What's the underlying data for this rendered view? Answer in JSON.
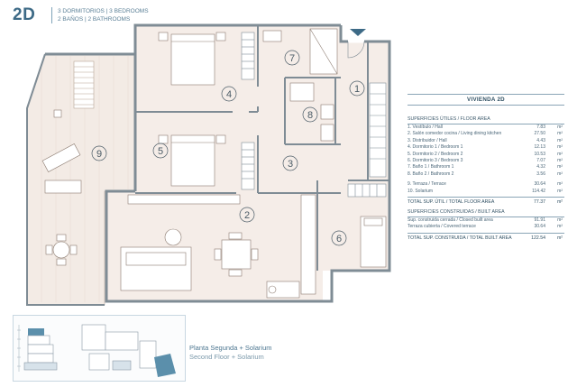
{
  "header": {
    "code": "2D",
    "line1": "3 DORMITORIOS | 3 BEDROOMS",
    "line2": "2 BAÑOS | 2 BATHROOMS"
  },
  "plan": {
    "room_numbers": [
      "1",
      "2",
      "3",
      "4",
      "5",
      "6",
      "7",
      "8",
      "9"
    ]
  },
  "table": {
    "title": "VIVIENDA 2D",
    "useful_header": "SUPERFICIES ÚTILES / FLOOR AREA",
    "useful_rows": [
      {
        "label": "1. Vestíbulo / Hall",
        "value": "7.83",
        "unit": "m²"
      },
      {
        "label": "2. Salón comedor cocina / Living dining kitchen",
        "value": "27.50",
        "unit": "m²"
      },
      {
        "label": "3. Distribuidor / Hall",
        "value": "4.43",
        "unit": "m²"
      },
      {
        "label": "4. Dormitorio 1 / Bedroom 1",
        "value": "12.13",
        "unit": "m²"
      },
      {
        "label": "5. Dormitorio 2 / Bedroom 2",
        "value": "10.53",
        "unit": "m²"
      },
      {
        "label": "6. Dormitorio 3 / Bedroom 3",
        "value": "7.07",
        "unit": "m²"
      },
      {
        "label": "7. Baño 1 / Bathroom 1",
        "value": "4.32",
        "unit": "m²"
      },
      {
        "label": "8. Baño 2 / Bathroom 2",
        "value": "3.56",
        "unit": "m²"
      }
    ],
    "extra_rows": [
      {
        "label": "9. Terraza / Terrace",
        "value": "30.64",
        "unit": "m²"
      },
      {
        "label": "10. Solarium",
        "value": "114.42",
        "unit": "m²"
      }
    ],
    "useful_total": {
      "label": "TOTAL SUP. ÚTIL / TOTAL FLOOR AREA",
      "value": "77.37",
      "unit": "m²"
    },
    "built_header": "SUPERFICIES CONSTRUIDAS / BUILT AREA",
    "built_rows": [
      {
        "label": "Sup. construida cerrada / Closed built area",
        "value": "91.91",
        "unit": "m²"
      },
      {
        "label": "Terraza cubierta / Covered terrace",
        "value": "30.64",
        "unit": "m²"
      }
    ],
    "built_total": {
      "label": "TOTAL SUP. CONSTRUIDA / TOTAL BUILT AREA",
      "value": "122.54",
      "unit": "m²"
    }
  },
  "key_plan": {
    "caption1": "Planta Segunda + Solarium",
    "caption2": "Second Floor + Solarium"
  },
  "colors": {
    "accent": "#3d6a86",
    "wall": "#7f8c95",
    "floor": "#f5ede8",
    "highlight": "#5b8fab"
  }
}
